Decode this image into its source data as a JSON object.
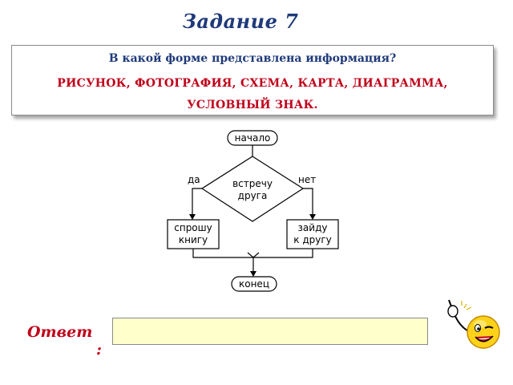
{
  "title": "Задание 7",
  "task": {
    "question": "В какой форме представлена информация?",
    "answer_line1": "РИСУНОК, ФОТОГРАФИЯ, СХЕМА, КАРТА, ДИАГРАММА,",
    "answer_line2": "УСЛОВНЫЙ ЗНАК."
  },
  "flowchart": {
    "start": "начало",
    "decision_line1": "встречу",
    "decision_line2": "друга",
    "yes": "да",
    "no": "нет",
    "left_line1": "спрошу",
    "left_line2": "книгу",
    "right_line1": "зайду",
    "right_line2": "к другу",
    "end": "конец"
  },
  "answer": {
    "label_line1": "Ответ",
    "label_line2": ":",
    "value": ""
  },
  "icon": "winking-smiley-icon",
  "colors": {
    "title": "#1f3a7a",
    "accent_red": "#c0001a",
    "answer_field": "#ffffcc"
  }
}
